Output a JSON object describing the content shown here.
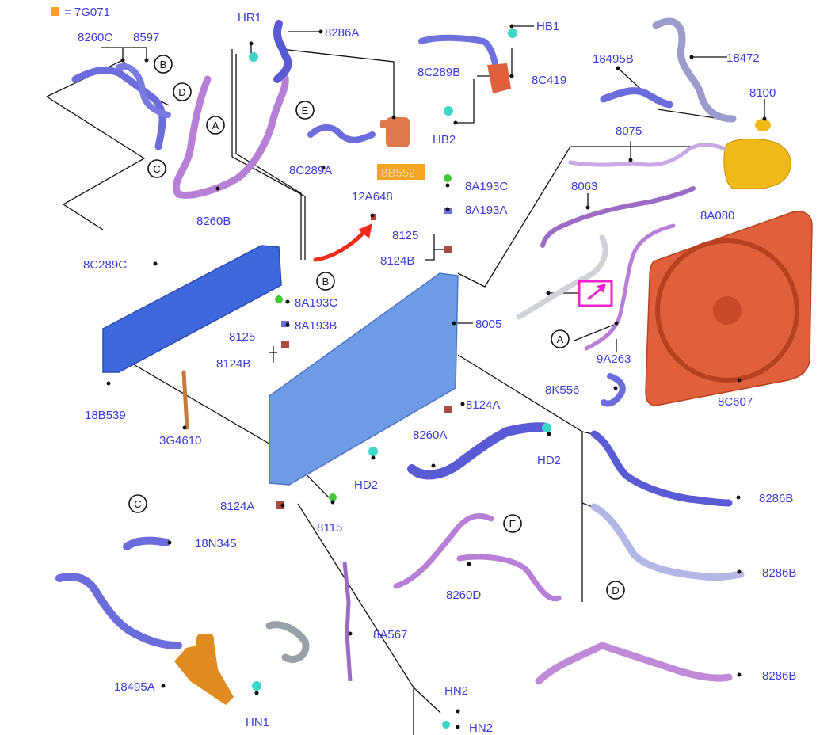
{
  "legend": {
    "swatch_color": "#f2a422",
    "text": "= 7G071"
  },
  "labels": {
    "l_8260C": "8260C",
    "l_8597": "8597",
    "l_HR1": "HR1",
    "l_8286A": "8286A",
    "l_HB1": "HB1",
    "l_8C289B": "8C289B",
    "l_8C419": "8C419",
    "l_HB2": "HB2",
    "l_18495B": "18495B",
    "l_18472": "18472",
    "l_8100": "8100",
    "l_8075": "8075",
    "l_8A080": "8A080",
    "l_8C289A": "8C289A",
    "l_8B552": "8B552",
    "l_8260B": "8260B",
    "l_12A648": "12A648",
    "l_8A193C_1": "8A193C",
    "l_8A193A": "8A193A",
    "l_8063": "8063",
    "l_8125_1": "8125",
    "l_8124B_1": "8124B",
    "l_8C289C": "8C289C",
    "l_8A193C_2": "8A193C",
    "l_8A193B": "8A193B",
    "l_8005": "8005",
    "l_8125_2": "8125",
    "l_8124B_2": "8124B",
    "l_9A263": "9A263",
    "l_18B539": "18B539",
    "l_3G4610": "3G4610",
    "l_8K556": "8K556",
    "l_8C607": "8C607",
    "l_8124A_1": "8124A",
    "l_8260A": "8260A",
    "l_HD2_1": "HD2",
    "l_HD2_2": "HD2",
    "l_8124A_2": "8124A",
    "l_8115": "8115",
    "l_8286B_1": "8286B",
    "l_18N345": "18N345",
    "l_8260D": "8260D",
    "l_8286B_2": "8286B",
    "l_8A567": "8A567",
    "l_18495A": "18495A",
    "l_HN1": "HN1",
    "l_HN2_1": "HN2",
    "l_HN2_2": "HN2",
    "l_8286B_3": "8286B"
  },
  "callouts": {
    "A": "A",
    "B": "B",
    "C": "C",
    "D": "D",
    "E": "E"
  },
  "colors": {
    "label": "#3b3bd8",
    "hose_blue": "#6c6cdc",
    "hose_purple": "#b77fd6",
    "hose_light": "#b4b6e6",
    "radiator": "#6f9be6",
    "condenser": "#3f68dc",
    "fan": "#e0603c",
    "reservoir": "#f0b818",
    "highlight": "#f2a422",
    "callout_box": "#ee22cc",
    "arrow": "#ee2a1a",
    "clip": "#3dd6c9",
    "green_part": "#43c83a"
  }
}
